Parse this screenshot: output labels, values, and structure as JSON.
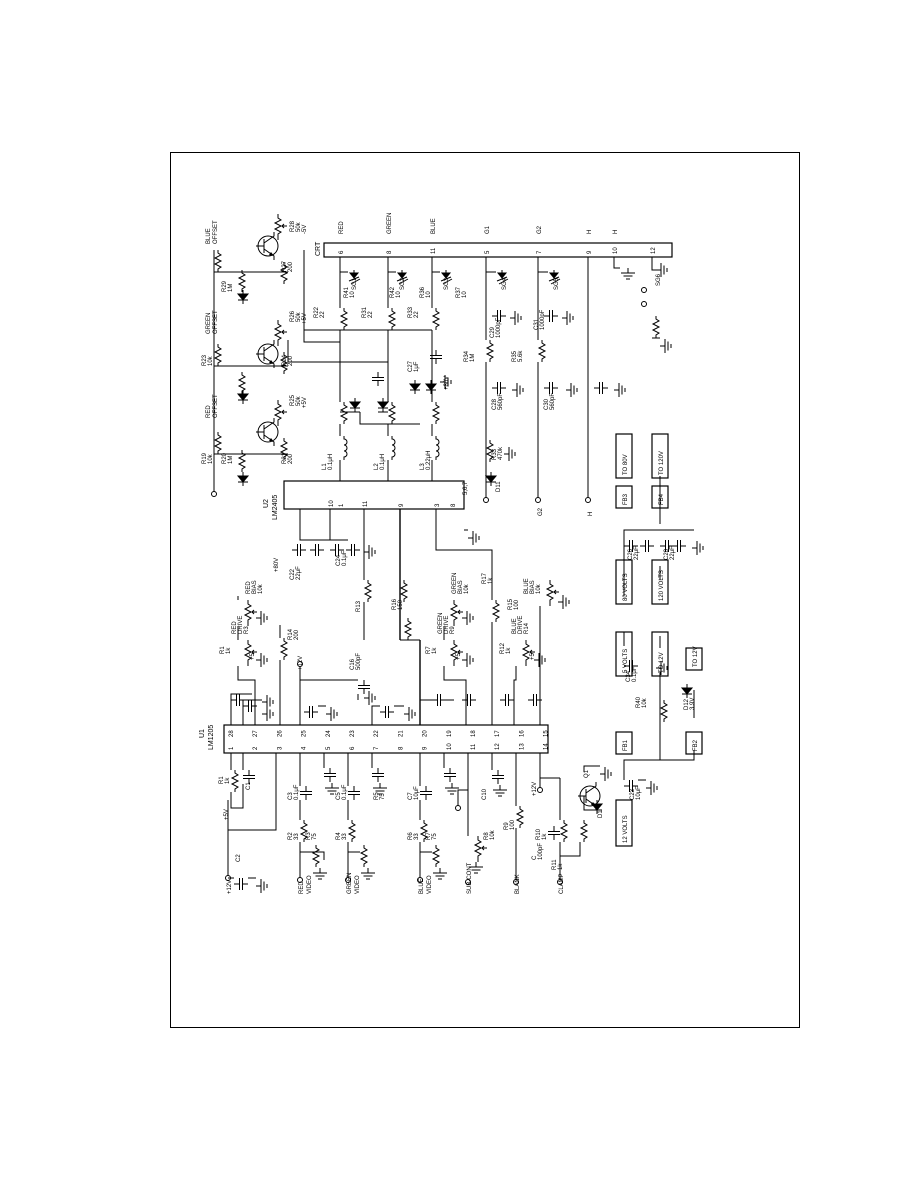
{
  "ic": {
    "u1": {
      "ref": "U1",
      "part": "LM1205"
    },
    "u2": {
      "ref": "U2",
      "part": "LM2405"
    },
    "crt": {
      "ref": "CRT"
    }
  },
  "u1_pins": [
    "1",
    "2",
    "3",
    "4",
    "5",
    "6",
    "7",
    "8",
    "9",
    "10",
    "11",
    "12",
    "13",
    "14",
    "15",
    "16",
    "17",
    "18",
    "19",
    "20",
    "21",
    "22",
    "23",
    "24",
    "25",
    "26",
    "27",
    "28"
  ],
  "u2_pins": [
    "1",
    "10",
    "11",
    "9",
    "3",
    "8",
    "5,6,7"
  ],
  "crt_pins": [
    "6",
    "8",
    "11",
    "5",
    "7",
    "9",
    "10",
    "12"
  ],
  "inputs": [
    {
      "label1": "RED",
      "label2": "VIDEO"
    },
    {
      "label1": "GREEN",
      "label2": "VIDEO"
    },
    {
      "label1": "BLUE",
      "label2": "VIDEO"
    },
    {
      "label1": "SUB-CONT",
      "label2": ""
    },
    {
      "label1": "BLANK",
      "label2": ""
    },
    {
      "label1": "CLAMP",
      "label2": ""
    },
    {
      "label1": "+12V",
      "label2": ""
    }
  ],
  "crt_labels": [
    "RED",
    "GREEN",
    "BLUE",
    "G1",
    "G2",
    "H",
    "H"
  ],
  "offsets": [
    {
      "l1": "BLUE",
      "l2": "OFFSET",
      "ref": "R28",
      "val": "50k",
      "v": "-5V"
    },
    {
      "l1": "GREEN",
      "l2": "OFFSET",
      "ref": "R26",
      "val": "50k",
      "v": "+5V"
    },
    {
      "l1": "RED",
      "l2": "OFFSET",
      "ref": "R25",
      "val": "50k",
      "v": "+5V"
    }
  ],
  "drives": [
    {
      "ref": "R1",
      "val": "1k",
      "l1": "RED",
      "l2": "DRIVE",
      "sub": "R3",
      "v": "+5"
    },
    {
      "ref": "R7",
      "val": "1k",
      "l1": "GREEN",
      "l2": "DRIVE",
      "sub": "R9",
      "v": "+5"
    },
    {
      "ref": "R12",
      "val": "1k",
      "l1": "BLUE",
      "l2": "DRIVE",
      "sub": "R14",
      "v": "+5"
    }
  ],
  "biases": [
    {
      "l1": "RED",
      "l2": "BIAS",
      "val": "10k"
    },
    {
      "l1": "GREEN",
      "l2": "BIAS",
      "val": "10k"
    },
    {
      "l1": "BLUE",
      "l2": "BIAS",
      "val": "10k"
    }
  ],
  "components": [
    {
      "ref": "R1",
      "val": "1k"
    },
    {
      "ref": "C1",
      "val": ""
    },
    {
      "ref": "C2",
      "val": ""
    },
    {
      "ref": "C3",
      "val": "0.1μF"
    },
    {
      "ref": "R2",
      "val": "33"
    },
    {
      "ref": "R3",
      "val": "75"
    },
    {
      "ref": "C5",
      "val": "0.1μF"
    },
    {
      "ref": "R4",
      "val": "33"
    },
    {
      "ref": "R5",
      "val": "75"
    },
    {
      "ref": "C7",
      "val": "10μF"
    },
    {
      "ref": "R6",
      "val": "33"
    },
    {
      "ref": "R7",
      "val": "75"
    },
    {
      "ref": "R8",
      "val": "10k"
    },
    {
      "ref": "R9",
      "val": "100"
    },
    {
      "ref": "C10",
      "val": ""
    },
    {
      "ref": "R10",
      "val": "1k"
    },
    {
      "ref": "R11",
      "val": "1k"
    },
    {
      "ref": "C",
      "val": "100pF"
    },
    {
      "ref": "Q1",
      "val": ""
    },
    {
      "ref": "D1",
      "val": ""
    },
    {
      "ref": "C23",
      "val": "10μF"
    },
    {
      "ref": "R14",
      "val": "200"
    },
    {
      "ref": "C16",
      "val": "500pF"
    },
    {
      "ref": "R13",
      "val": ""
    },
    {
      "ref": "R15",
      "val": "100"
    },
    {
      "ref": "R16",
      "val": "150"
    },
    {
      "ref": "R17",
      "val": "1k"
    },
    {
      "ref": "C22",
      "val": "22μF"
    },
    {
      "ref": "C24",
      "val": "0.1μF"
    },
    {
      "ref": "L1",
      "val": "0.1μH"
    },
    {
      "ref": "L2",
      "val": "0.1μH"
    },
    {
      "ref": "L3",
      "val": "0.22μH"
    },
    {
      "ref": "R22",
      "val": "22"
    },
    {
      "ref": "R31",
      "val": "22"
    },
    {
      "ref": "R33",
      "val": "22"
    },
    {
      "ref": "R34",
      "val": "1M"
    },
    {
      "ref": "C29",
      "val": "1000pF"
    },
    {
      "ref": "R35",
      "val": "5.6k"
    },
    {
      "ref": "C31",
      "val": "1000pF"
    },
    {
      "ref": "C28",
      "val": "560pF"
    },
    {
      "ref": "C30",
      "val": "560pF"
    },
    {
      "ref": "R33",
      "val": "470k"
    },
    {
      "ref": "D11",
      "val": ""
    },
    {
      "ref": "C27",
      "val": "1μF"
    },
    {
      "ref": "R19",
      "val": "10k"
    },
    {
      "ref": "R20",
      "val": "1M"
    },
    {
      "ref": "R21",
      "val": "200"
    },
    {
      "ref": "R23",
      "val": "10k"
    },
    {
      "ref": "R24",
      "val": "200"
    },
    {
      "ref": "R27",
      "val": "200"
    },
    {
      "ref": "R29",
      "val": "1M"
    },
    {
      "ref": "R36",
      "val": "10"
    },
    {
      "ref": "R37",
      "val": "10"
    },
    {
      "ref": "R42",
      "val": "10"
    },
    {
      "ref": "R41",
      "val": "10"
    },
    {
      "ref": "C34",
      "val": "0.1μF"
    },
    {
      "ref": "C26",
      "val": "22μF"
    },
    {
      "ref": "C28",
      "val": "22μF"
    },
    {
      "ref": "R40",
      "val": "10k"
    },
    {
      "ref": "D12",
      "val": "3.9V"
    }
  ],
  "supplies": [
    "+80V",
    "+12V",
    "+5V",
    "+12V"
  ],
  "power_boxes": [
    "12 VOLTS",
    "FB1",
    "FB2",
    "5 VOLTS",
    "TO 12V",
    "TO 12V",
    "80 VOLTS",
    "FB3",
    "TO 80V",
    "120 VOLTS",
    "FB4",
    "TO 120V"
  ],
  "misc": {
    "arc_labels": [
      "SG1",
      "SG2",
      "SG3",
      "SG4",
      "SG5",
      "SG6"
    ],
    "boost_label": "+80V",
    "g2_label": "G2",
    "h_label": "H"
  }
}
